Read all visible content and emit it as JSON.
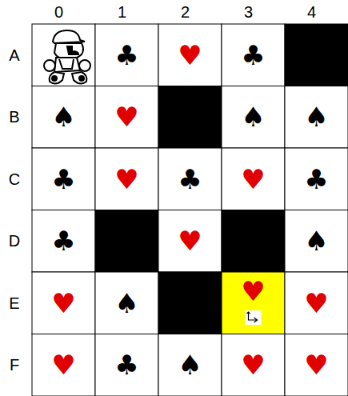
{
  "diagram": {
    "labels": [
      "0",
      "1",
      "2",
      "3",
      "4",
      "A",
      "B",
      "C",
      "D",
      "E",
      "F",
      "♣",
      "♥",
      "♣",
      "♠",
      "♥",
      "♠",
      "♠",
      "♣",
      "♥",
      "♣",
      "♥",
      "♣",
      "♣",
      "♥",
      "♠",
      "♥",
      "♠",
      "♥",
      "♥",
      "♥",
      "♣",
      "♠",
      "♥",
      "♥"
    ]
  }
}
